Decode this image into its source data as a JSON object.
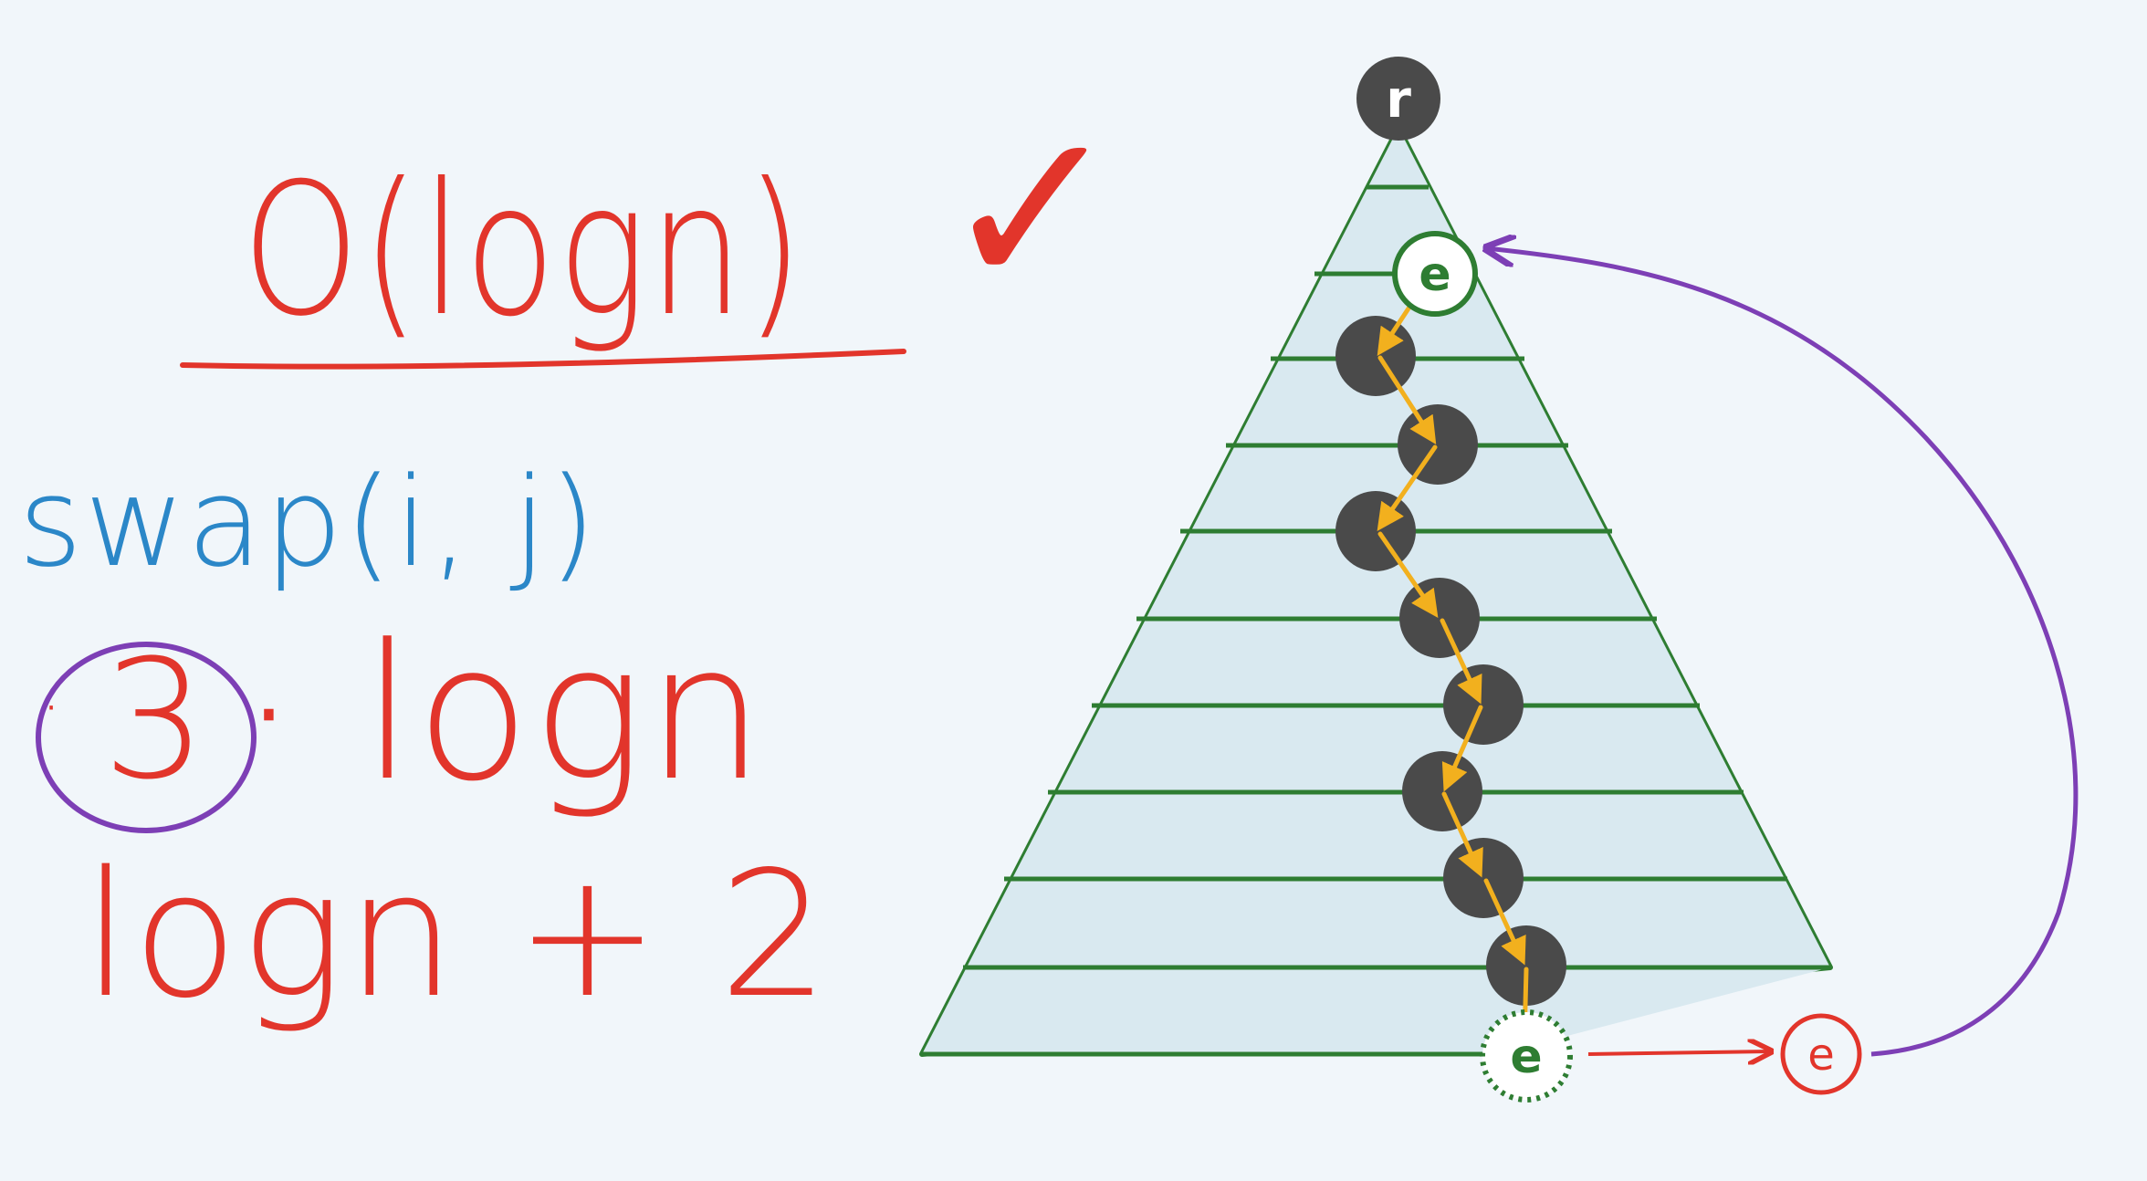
{
  "notes": {
    "big_o": "O(logn)",
    "check": "✓",
    "swap": "swap(i, j)",
    "three_dot": "·",
    "three": "3",
    "times_logn": "· logn",
    "logn_plus_2": "logn + 2"
  },
  "tree": {
    "root_label": "r",
    "element_label": "e",
    "moved_element_label": "e",
    "end_element_label": "e",
    "path_node_count": 9,
    "level_count": 10
  },
  "colors": {
    "background": "#f1f6fa",
    "red_ink": "#e2352b",
    "blue_ink": "#2b87c8",
    "purple_ink": "#7d3fb5",
    "tree_green": "#2e7d32",
    "tree_fill": "#d9e9f0",
    "path_arrow": "#f2b01e",
    "node_dark": "#4a4a4a"
  }
}
